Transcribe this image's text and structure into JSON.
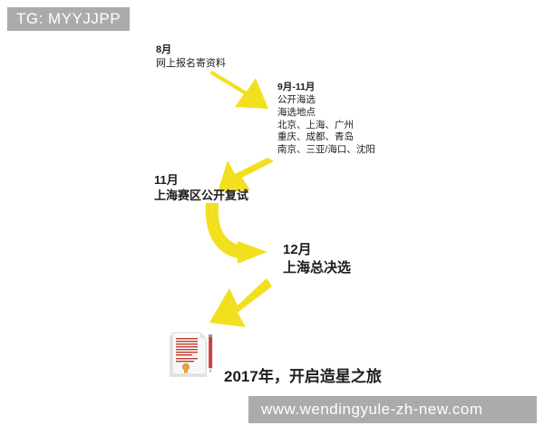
{
  "watermarks": {
    "top_badge": "TG: MYYJJPP",
    "bottom_url": "www.wendingyule-zh-new.com"
  },
  "theme": {
    "arrow_color": "#F2E01E",
    "text_color": "#1D1D1B",
    "watermark_bg": "#ABABAB",
    "watermark_text": "#FFFFFF",
    "background": "#FFFFFF"
  },
  "flow": {
    "steps": [
      {
        "id": "step-1",
        "heading": "8月",
        "lines": [
          "网上报名寄资料"
        ]
      },
      {
        "id": "step-2",
        "heading": "9月-11月",
        "lines": [
          "公开海选",
          "海选地点",
          "北京、上海、广州",
          "重庆、成都、青岛",
          "南京、三亚/海口、沈阳"
        ]
      },
      {
        "id": "step-3",
        "heading": "11月",
        "lines": [
          "上海赛区公开复试"
        ]
      },
      {
        "id": "step-4",
        "heading": "12月",
        "lines": [
          "上海总决选"
        ]
      }
    ],
    "arrows": [
      {
        "name": "arrow-step1-to-step2",
        "direction": "down-right",
        "style": "straight"
      },
      {
        "name": "arrow-step2-to-step3",
        "direction": "down-left",
        "style": "straight"
      },
      {
        "name": "arrow-step3-to-step4",
        "direction": "down-right",
        "style": "curved"
      },
      {
        "name": "arrow-step4-to-result",
        "direction": "down-left",
        "style": "straight"
      }
    ]
  },
  "result": {
    "icon": "certificate-document-icon",
    "caption": "2017年，开启造星之旅"
  }
}
